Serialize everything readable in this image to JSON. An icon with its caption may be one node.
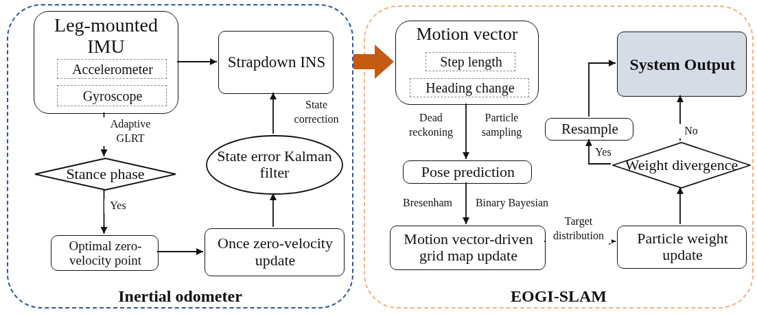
{
  "diagram": {
    "nodes": [
      {
        "text": [
          "Inertial odometer"
        ]
      },
      {
        "text": [
          "Leg-mounted IMU"
        ],
        "in": 0
      },
      {
        "text": [
          "Accelerometer"
        ],
        "in": 1
      },
      {
        "text": [
          "Gyroscope"
        ],
        "in": 1
      },
      {
        "text": [
          "Strapdown INS"
        ],
        "in": 0
      },
      {
        "text": [
          "Stance phase"
        ],
        "in": 0
      },
      {
        "text": [
          "State error Kalman filter"
        ],
        "in": 0
      },
      {
        "text": [
          "Optimal zero-velocity point"
        ],
        "in": 0
      },
      {
        "text": [
          "Once zero-velocity update"
        ],
        "in": 0
      },
      {
        "text": [
          "EOGI-SLAM"
        ]
      },
      {
        "text": [
          "Motion vector"
        ],
        "in": 9
      },
      {
        "text": [
          "Step length"
        ],
        "in": 10
      },
      {
        "text": [
          "Heading change"
        ],
        "in": 10
      },
      {
        "text": [
          "System Output"
        ],
        "in": 9
      },
      {
        "text": [
          "Resample"
        ],
        "in": 9
      },
      {
        "text": [
          "Pose prediction"
        ],
        "in": 9
      },
      {
        "text": [
          "Weight divergence"
        ],
        "in": 9
      },
      {
        "text": [
          "Motion vector-driven grid map update"
        ],
        "in": 9
      },
      {
        "text": [
          "Particle weight update"
        ],
        "in": 9
      }
    ],
    "edges": [
      {
        "from": 1,
        "to": 4,
        "arrow": "to"
      },
      {
        "from": 1,
        "to": 5,
        "arrow": "to",
        "label": "Adaptive GLRT"
      },
      {
        "from": 5,
        "to": 7,
        "arrow": "to",
        "label": "Yes"
      },
      {
        "from": 7,
        "to": 8,
        "arrow": "to"
      },
      {
        "from": 8,
        "to": 6,
        "arrow": "to"
      },
      {
        "from": 6,
        "to": 4,
        "arrow": "to",
        "label": "State correction"
      },
      {
        "from": 0,
        "to": 10,
        "arrow": "to",
        "style": "thick",
        "color": "#c55a11"
      },
      {
        "from": 10,
        "to": 15,
        "arrow": "to",
        "label": "Dead reckoning"
      },
      {
        "from": 15,
        "to": 17,
        "arrow": "to",
        "label": "Bresenham"
      },
      {
        "from": 17,
        "to": 18,
        "arrow": "to",
        "label": "Target distribution"
      },
      {
        "from": 18,
        "to": 16,
        "arrow": "to"
      },
      {
        "from": 16,
        "to": 14,
        "arrow": "to",
        "label": "Yes"
      },
      {
        "from": 16,
        "to": 13,
        "arrow": "to",
        "label": "No"
      },
      {
        "from": 14,
        "to": 13,
        "arrow": "to"
      }
    ],
    "labels": [
      "Particle sampling",
      "Binary Bayesian"
    ]
  }
}
